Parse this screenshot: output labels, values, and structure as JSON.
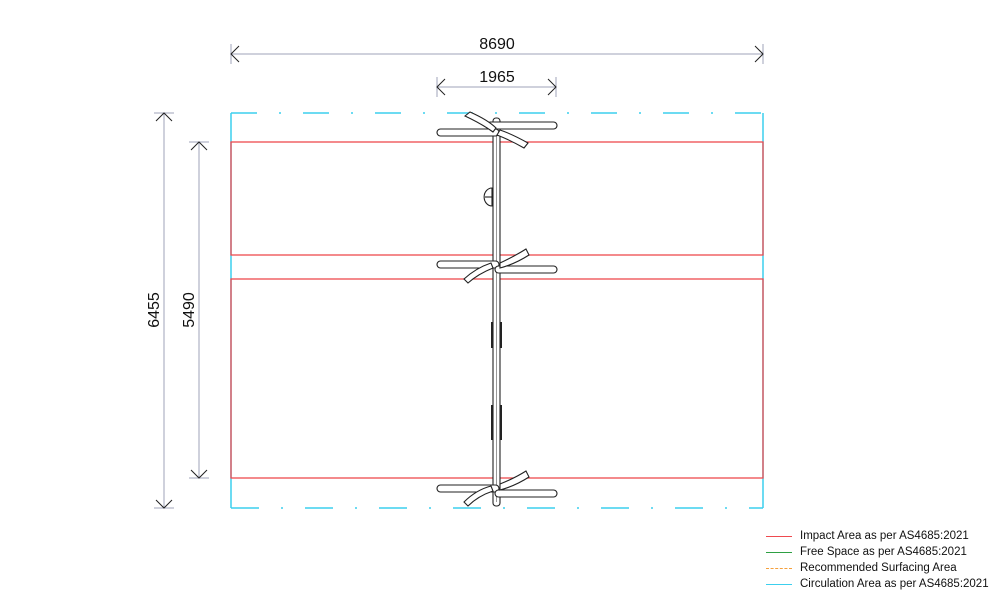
{
  "dimensions": {
    "overall_width": "8690",
    "equipment_width": "1965",
    "overall_height": "6455",
    "impact_height": "5490"
  },
  "colors": {
    "impact": "#ef4a4f",
    "free_space": "#2ea043",
    "surfacing": "#f5a03c",
    "circulation": "#3ccfee",
    "dimension_line": "#9fa3b8",
    "equipment": "#222222"
  },
  "legend": {
    "items": [
      {
        "label": "Impact Area as per AS4685:2021",
        "style": "solid",
        "color": "#ef4a4f"
      },
      {
        "label": "Free Space as per AS4685:2021",
        "style": "solid",
        "color": "#2ea043"
      },
      {
        "label": "Recommended Surfacing Area",
        "style": "dashed",
        "color": "#f5a03c"
      },
      {
        "label": "Circulation Area as per AS4685:2021",
        "style": "solid",
        "color": "#3ccfee"
      }
    ]
  }
}
